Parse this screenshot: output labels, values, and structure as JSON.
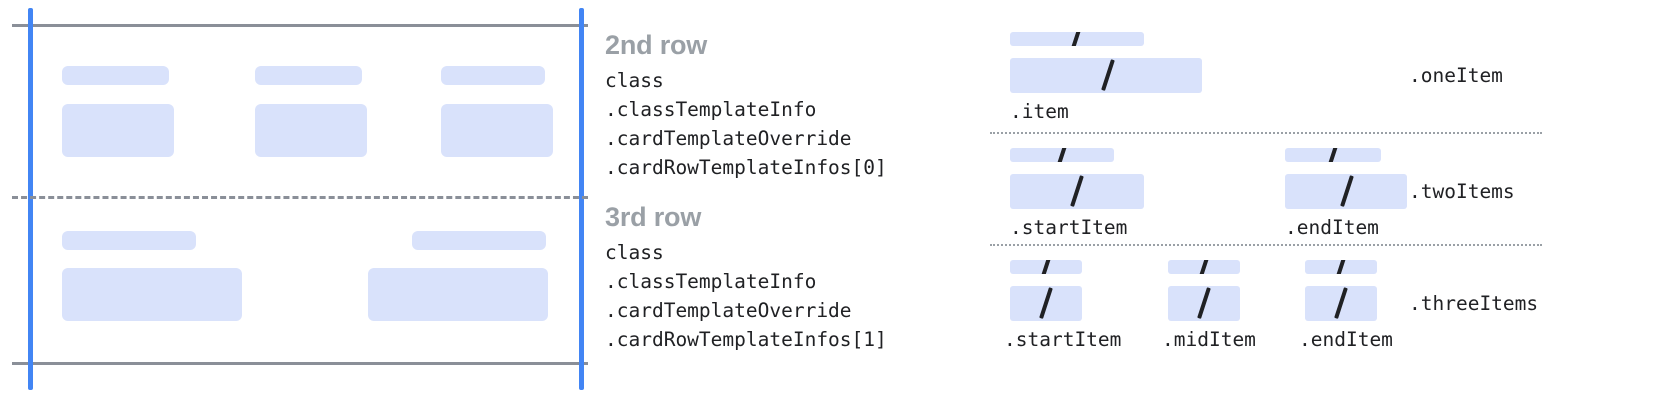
{
  "colors": {
    "placeholder_fill": "#d9e2fb",
    "guide_blue": "#4285f4",
    "rule_gray": "#8a8f98",
    "heading_gray": "#9aa0a6",
    "code_text": "#202124",
    "background": "#ffffff"
  },
  "card_preview": {
    "name": "card-row-template-preview",
    "rows": [
      {
        "index": 0,
        "cells": [
          {
            "title_placeholder": true,
            "body_placeholder": true
          },
          {
            "title_placeholder": true,
            "body_placeholder": true
          },
          {
            "title_placeholder": true,
            "body_placeholder": true
          }
        ]
      },
      {
        "index": 1,
        "cells": [
          {
            "title_placeholder": true,
            "body_placeholder": true
          },
          {
            "title_placeholder": true,
            "body_placeholder": true
          }
        ]
      }
    ]
  },
  "annotations": [
    {
      "title": "2nd row",
      "code": "class\n.classTemplateInfo\n.cardTemplateOverride\n.cardRowTemplateInfos[0]"
    },
    {
      "title": "3rd row",
      "code": "class\n.classTemplateInfo\n.cardTemplateOverride\n.cardRowTemplateInfos[1]"
    }
  ],
  "item_layouts": [
    {
      "group_label": ".oneItem",
      "cells": [
        {
          "label": ".item"
        }
      ]
    },
    {
      "group_label": ".twoItems",
      "cells": [
        {
          "label": ".startItem"
        },
        {
          "label": ".endItem"
        }
      ]
    },
    {
      "group_label": ".threeItems",
      "cells": [
        {
          "label": ".startItem"
        },
        {
          "label": ".midItem"
        },
        {
          "label": ".endItem"
        }
      ]
    }
  ]
}
